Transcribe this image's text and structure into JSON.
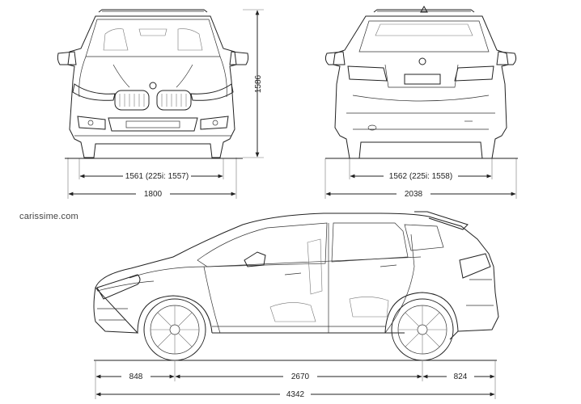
{
  "watermark": "carissime.com",
  "dimensions": {
    "height": "1586",
    "front_track": "1561 (225i: 1557)",
    "front_width": "1800",
    "rear_track": "1562 (225i: 1558)",
    "rear_width": "2038",
    "front_overhang": "848",
    "wheelbase": "2670",
    "rear_overhang": "824",
    "length": "4342"
  },
  "colors": {
    "line": "#222222",
    "background": "#ffffff"
  }
}
